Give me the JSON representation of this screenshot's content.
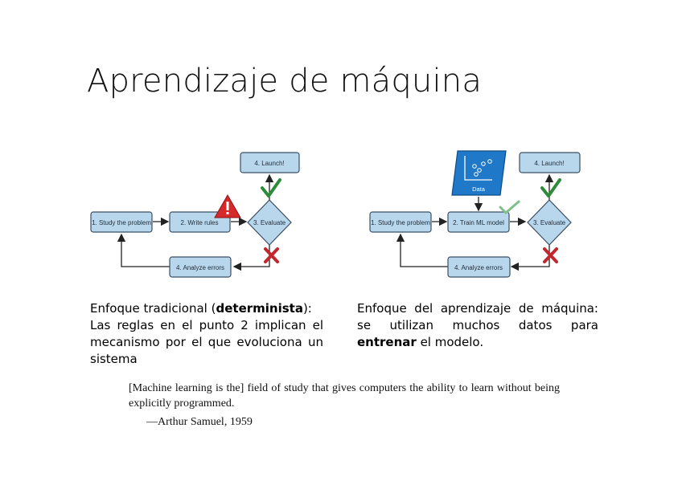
{
  "title": "Aprendizaje de máquina",
  "left_diagram": {
    "step1": "1. Study the problem",
    "step2": "2. Write rules",
    "step3": "3. Evaluate",
    "step4": "4. Launch!",
    "step5": "4. Analyze errors"
  },
  "right_diagram": {
    "data_label": "Data",
    "step1": "1. Study the problem",
    "step2": "2. Train ML model",
    "step3": "3. Evaluate",
    "step4": "4. Launch!",
    "step5": "4. Analyze errors"
  },
  "caption_left": {
    "prefix": "Enfoque tradicional (",
    "bold": "determinista",
    "suffix": "):",
    "rest": "Las reglas en el punto 2 implican el mecanismo por el que evoluciona un sistema"
  },
  "caption_right": {
    "prefix": "Enfoque del aprendizaje de máquina: se utilizan muchos datos para ",
    "bold": "entrenar",
    "suffix": " el modelo."
  },
  "quote": {
    "text": "[Machine learning is the] field of study that gives computers the ability to learn without being explicitly programmed.",
    "attribution": "—Arthur Samuel, 1959"
  },
  "colors": {
    "box_fill": "#b8d6ec",
    "box_stroke": "#3b4f63",
    "check_green": "#2e8b3a",
    "cross_red": "#c0282d",
    "warning_red": "#d62a2a",
    "data_blue": "#1f78c8"
  }
}
